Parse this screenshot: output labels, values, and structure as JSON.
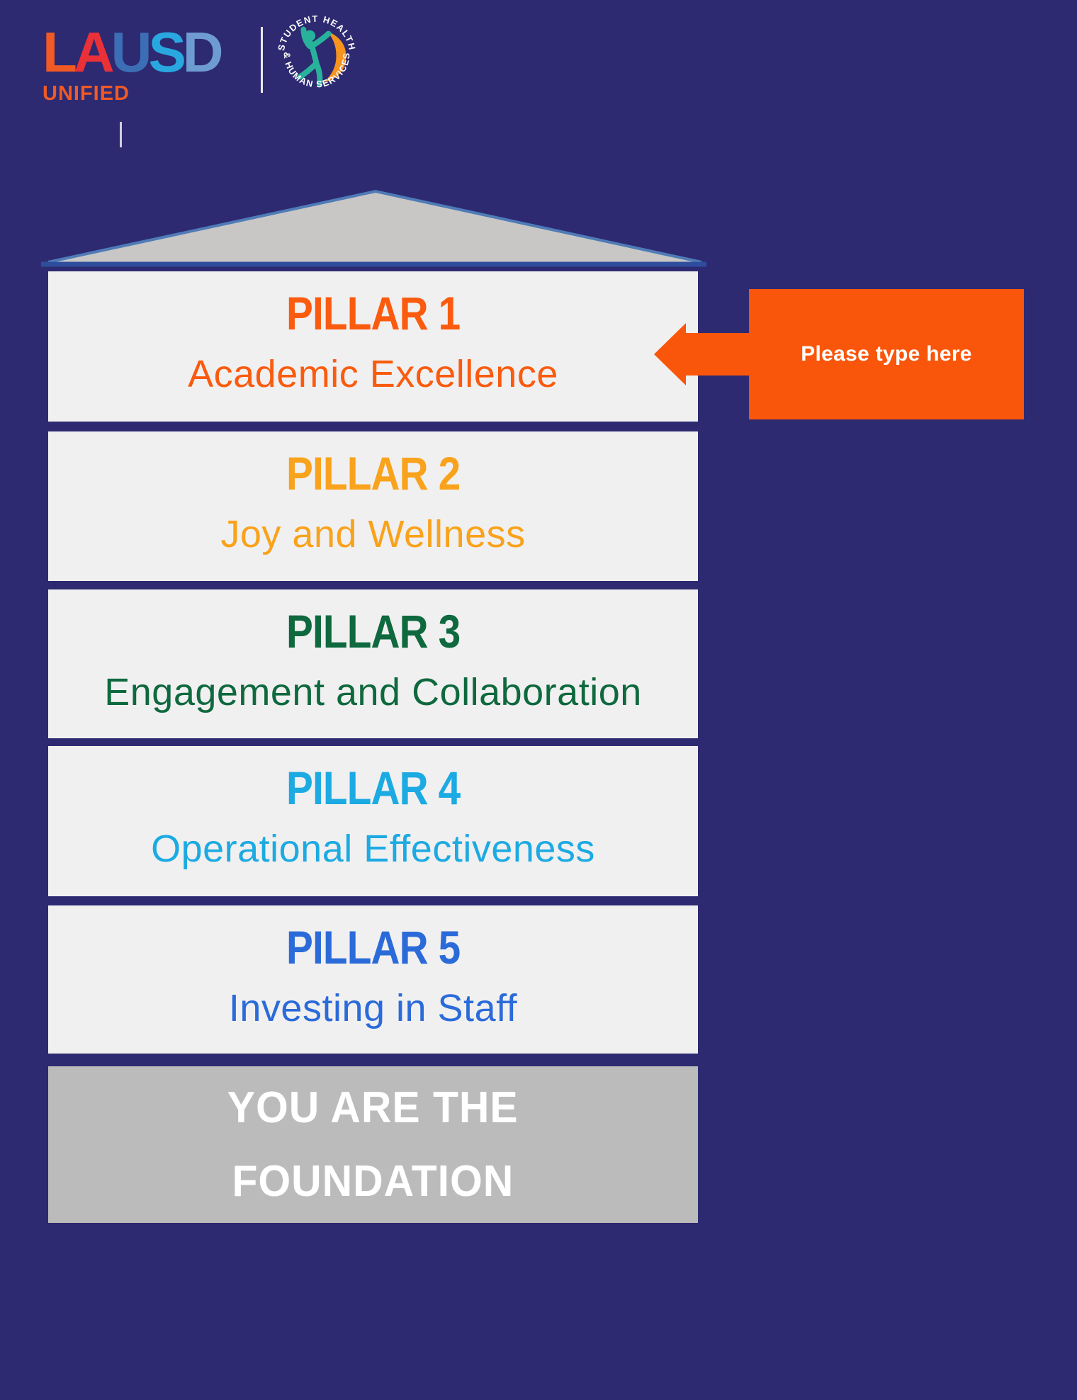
{
  "header": {
    "wordmark": {
      "letters": [
        {
          "char": "L",
          "color": "#F15A24"
        },
        {
          "char": "A",
          "color": "#EA3138"
        },
        {
          "char": "U",
          "color": "#3C6EB5"
        },
        {
          "char": "S",
          "color": "#29A8E0"
        },
        {
          "char": "D",
          "color": "#6F9BD3"
        }
      ],
      "subtext": "UNIFIED",
      "subtext_color": "#F15A24"
    },
    "badge": {
      "arc_top": "STUDENT HEALTH",
      "arc_bottom": "& HUMAN SERVICES"
    }
  },
  "diagram": {
    "pillars": [
      {
        "title": "PILLAR 1",
        "subtitle": "Academic Excellence",
        "color": "#FA5B0E"
      },
      {
        "title": "PILLAR 2",
        "subtitle": "Joy and Wellness",
        "color": "#F9A21B"
      },
      {
        "title": "PILLAR 3",
        "subtitle": "Engagement and Collaboration",
        "color": "#0F693E"
      },
      {
        "title": "PILLAR 4",
        "subtitle": "Operational Effectiveness",
        "color": "#1CAAE2"
      },
      {
        "title": "PILLAR 5",
        "subtitle": "Investing in Staff",
        "color": "#2B6BD9"
      }
    ],
    "foundation": {
      "line1": "YOU ARE THE",
      "line2": "FOUNDATION"
    }
  },
  "callout": {
    "label": "Please type here",
    "bg_color": "#FA560B"
  },
  "colors": {
    "background": "#2D2A72",
    "pillar_box_bg": "#F1F0F1",
    "foundation_bg": "#BCBBBB",
    "roof_fill": "#C8C7C6",
    "roof_edge": "#4F7BB7",
    "roof_base": "#2E4E9D"
  }
}
